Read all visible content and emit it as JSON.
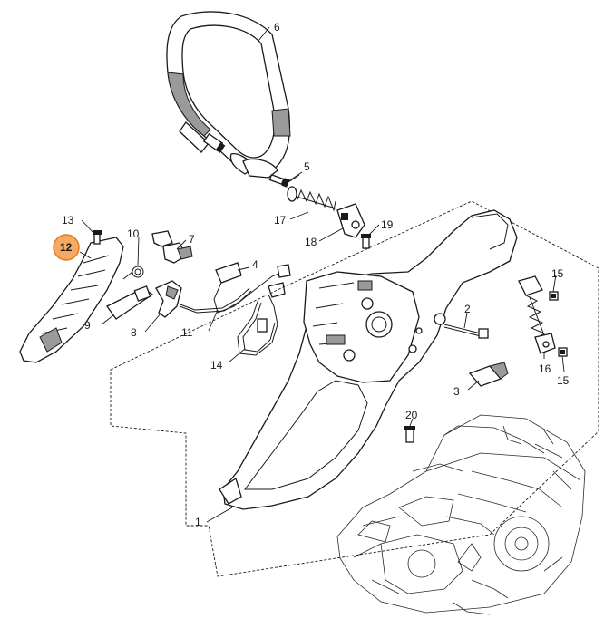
{
  "diagram": {
    "highlight_color": "#f5a962",
    "highlight_ring_color": "#e07b1f",
    "callouts": {
      "c1": "1",
      "c2": "2",
      "c3": "3",
      "c4": "4",
      "c5": "5",
      "c6": "6",
      "c7": "7",
      "c8": "8",
      "c9": "9",
      "c10": "10",
      "c11": "11",
      "c12": "12",
      "c13": "13",
      "c14": "14",
      "c15a": "15",
      "c15b": "15",
      "c16": "16",
      "c17": "17",
      "c18": "18",
      "c19": "19",
      "c20": "20"
    },
    "selected_part": "12"
  }
}
